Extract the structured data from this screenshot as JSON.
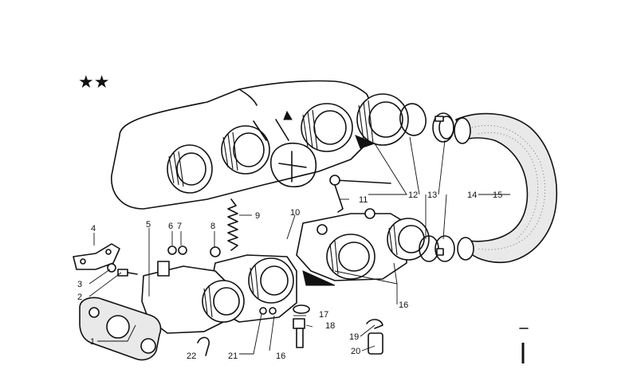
{
  "stars": "★★",
  "callouts": [
    {
      "n": "1"
    },
    {
      "n": "2"
    },
    {
      "n": "3"
    },
    {
      "n": "4"
    },
    {
      "n": "5"
    },
    {
      "n": "6"
    },
    {
      "n": "7"
    },
    {
      "n": "8"
    },
    {
      "n": "9"
    },
    {
      "n": "10"
    },
    {
      "n": "11"
    },
    {
      "n": "12"
    },
    {
      "n": "13"
    },
    {
      "n": "14"
    },
    {
      "n": "15"
    },
    {
      "n": "16"
    },
    {
      "n": "16"
    },
    {
      "n": "17"
    },
    {
      "n": "18"
    },
    {
      "n": "19"
    },
    {
      "n": "20"
    },
    {
      "n": "21"
    },
    {
      "n": "22"
    }
  ]
}
